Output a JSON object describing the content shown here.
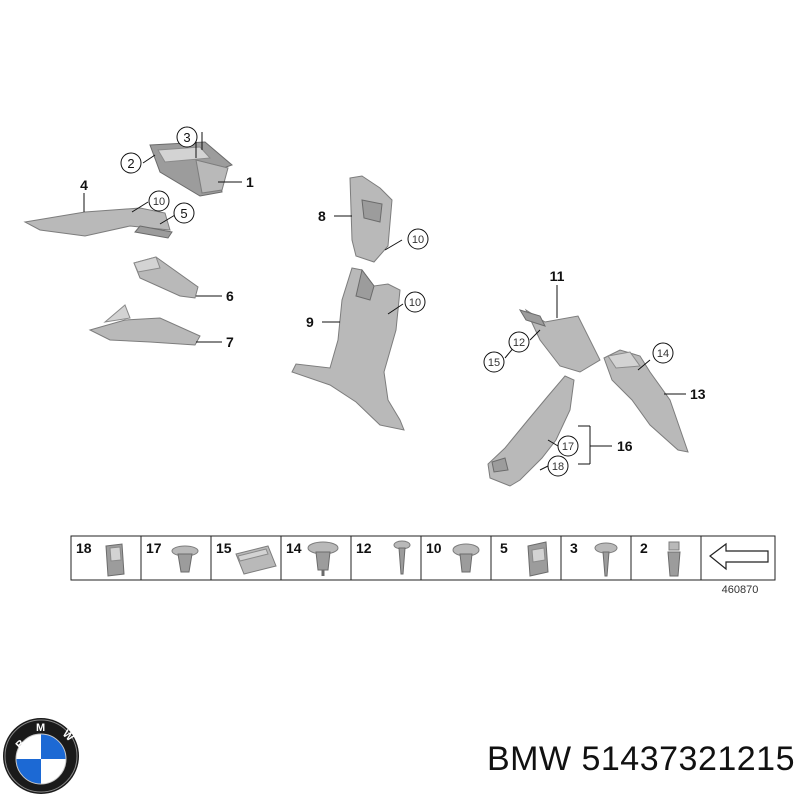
{
  "callouts": {
    "c1": "1",
    "c2": "2",
    "c3": "3",
    "c4": "4",
    "c5": "5",
    "c6": "6",
    "c7": "7",
    "c8": "8",
    "c9": "9",
    "c10a": "10",
    "c10b": "10",
    "c10c": "10",
    "c11": "11",
    "c12": "12",
    "c13": "13",
    "c14": "14",
    "c15": "15",
    "c16": "16",
    "c17": "17",
    "c18": "18"
  },
  "parts_strip": {
    "items": [
      {
        "label": "18"
      },
      {
        "label": "17"
      },
      {
        "label": "15"
      },
      {
        "label": "14"
      },
      {
        "label": "12"
      },
      {
        "label": "10"
      },
      {
        "label": "5"
      },
      {
        "label": "3"
      },
      {
        "label": "2"
      }
    ],
    "reference_number": "460870"
  },
  "caption": "BMW 51437321215",
  "logo": {
    "text": "BMW",
    "colors": {
      "blue": "#1c69d4",
      "white": "#ffffff",
      "ring": "#111111"
    }
  }
}
